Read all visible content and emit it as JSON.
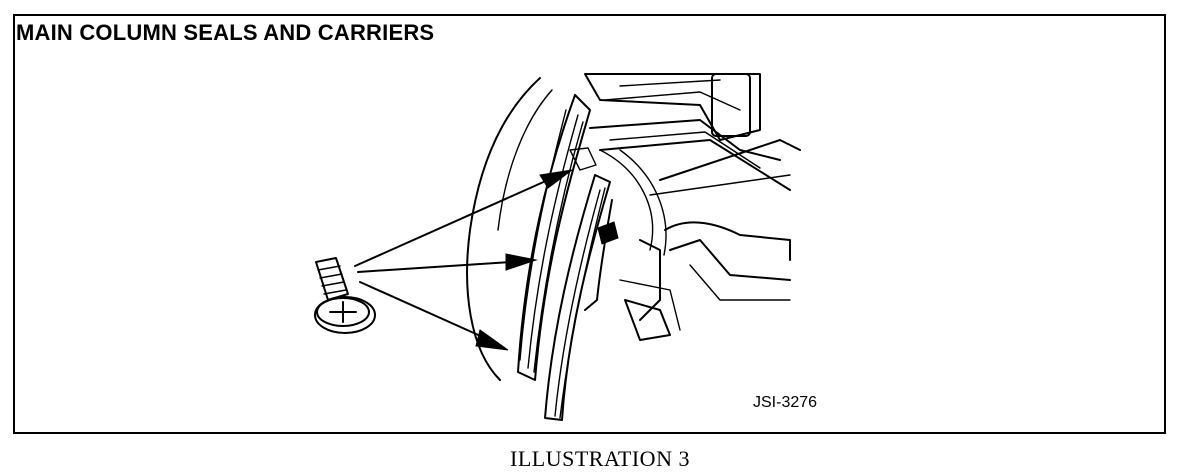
{
  "figure": {
    "title": "MAIN COLUMN SEALS AND CARRIERS",
    "part_code": "JSI-3276",
    "caption": "ILLUSTRATION 3"
  }
}
